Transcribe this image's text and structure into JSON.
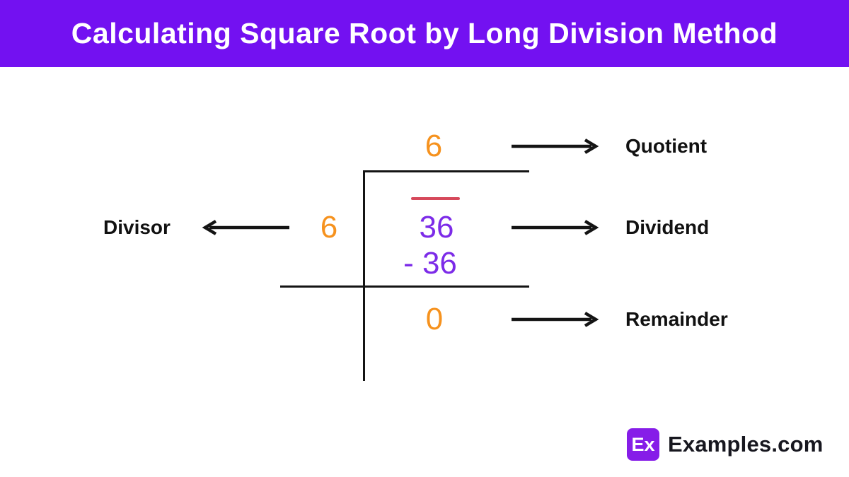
{
  "header": {
    "title": "Calculating Square Root by Long Division Method",
    "bg_color": "#7311F1",
    "text_color": "#FFFFFF"
  },
  "diagram": {
    "quotient_value": "6",
    "divisor_value": "6",
    "dividend_value": "36",
    "subtraction_value": "- 36",
    "remainder_value": "0",
    "labels": {
      "divisor": "Divisor",
      "quotient": "Quotient",
      "dividend": "Dividend",
      "remainder": "Remainder"
    },
    "colors": {
      "orange_number": "#F6921E",
      "violet_number": "#7C2BE8",
      "red_underline": "#D6495B",
      "line_black": "#141414"
    }
  },
  "footer": {
    "logo_text": "Ex",
    "brand_text": "Examples.com",
    "logo_bg_color": "#861DE8"
  }
}
